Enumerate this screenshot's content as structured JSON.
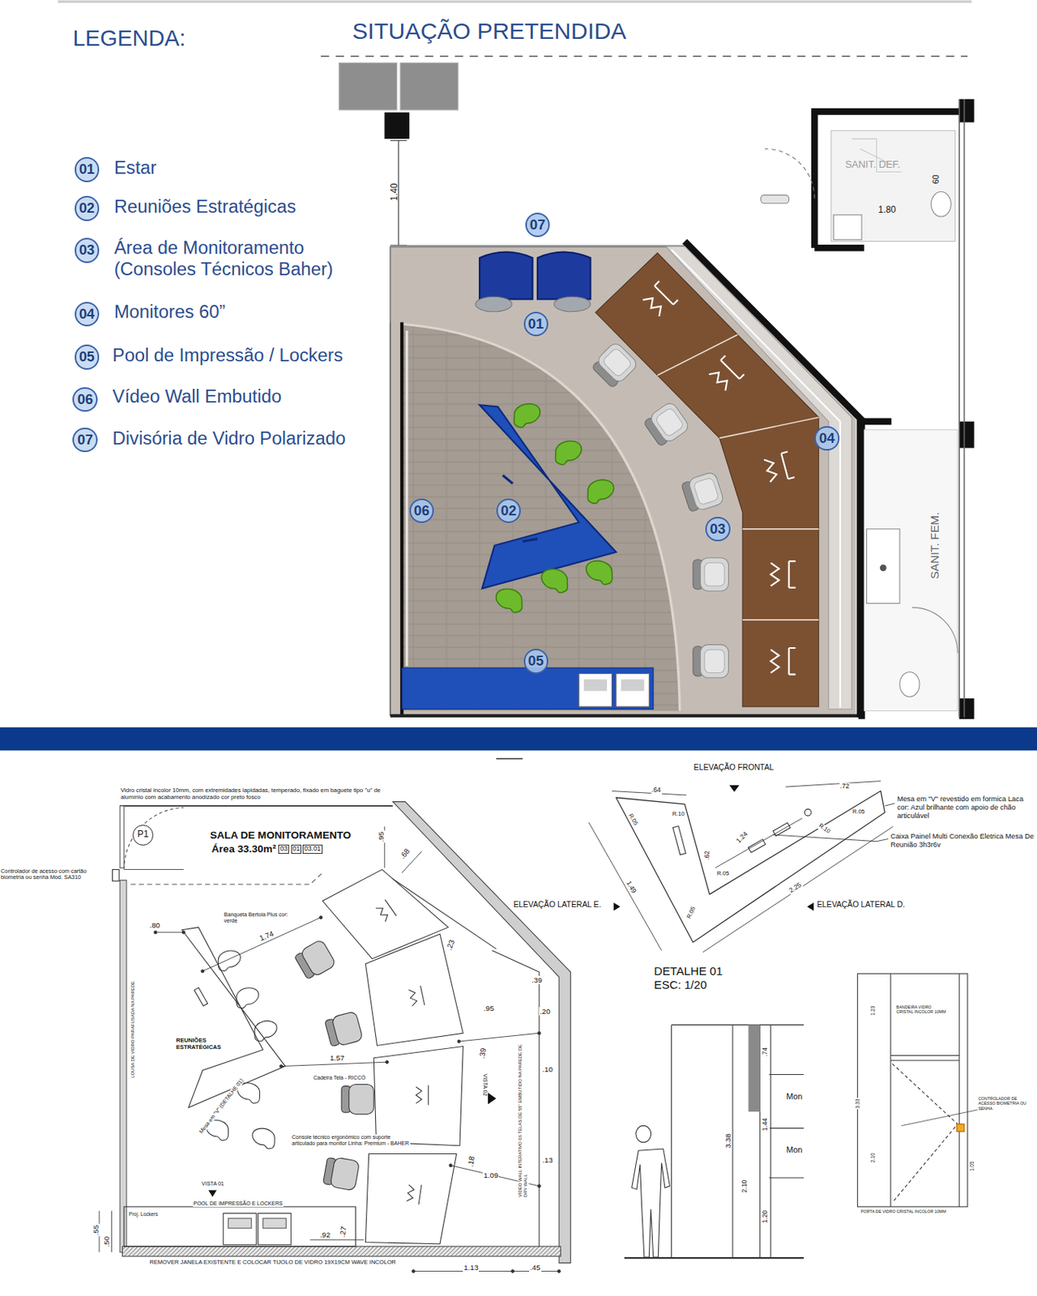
{
  "diagram": {
    "title": "SITUAÇÃO PRETENDIDA",
    "nodes": [
      {
        "text": [
          "01"
        ]
      },
      {
        "text": [
          "02"
        ]
      },
      {
        "text": [
          "03"
        ]
      },
      {
        "text": [
          "04"
        ]
      },
      {
        "text": [
          "05"
        ]
      },
      {
        "text": [
          "06"
        ]
      },
      {
        "text": [
          "07"
        ]
      },
      {
        "text": [
          "07"
        ]
      },
      {
        "text": [
          "01"
        ]
      },
      {
        "text": [
          "04"
        ]
      },
      {
        "text": [
          "06"
        ]
      },
      {
        "text": [
          "02"
        ]
      },
      {
        "text": [
          "03"
        ]
      },
      {
        "text": [
          "05"
        ]
      },
      {
        "text": [
          "P1"
        ]
      }
    ],
    "labels": [
      "LEGENDA:",
      "1.40",
      "SANIT. DEF.",
      "60",
      "1.80",
      "SANIT. FEM.",
      "Vidro cristal incolor 10mm, com extremidades lapidadas, temperado, fixado em baguete tipo \"u\" de alumínio com acabamento anodizado cor preto fosco",
      "SALA DE MONITORAMENTO",
      "Área 33.30m²",
      "03",
      "01",
      "03.01",
      ".95",
      ".68",
      "Controlador de acesso com cartão biometria ou senha Mod. SA310",
      ".80",
      "Banqueta Bertoia Plus cor: verde",
      "1.74",
      ".23",
      ".39",
      ".95",
      ".20",
      ".39",
      ".10",
      "1.57",
      "LOUSA DE VIDRO PARAFUSADA NA PAREDE",
      "REUNIÕES ESTRATÉGICAS",
      "Mesa em \"V\" (DETALHE 01)",
      "Cadeira Tela - RICCÓ",
      "Console técnico ergonômico com suporte articulado para monitor Linha: Premium - BAHER",
      "VISTA 02",
      "VIDEO WALL INTERATIVO 06 TELAS DE 55\" EMBUTIDO NA PAREDE DE DRY WALL",
      ".18",
      "1.09",
      ".13",
      "VISTA 01",
      "POOL DE IMPRESSÃO E LOCKERS",
      "Proj. Lockers",
      ".55",
      ".50",
      ".92",
      ".27",
      "REMOVER JANELA EXISTENTE E COLOCAR TIJOLO DE VIDRO 19X19CM WAVE INCOLOR",
      "1.13",
      ".45",
      "ELEVAÇÃO FRONTAL",
      ".64",
      ".72",
      "R.05",
      "R.10",
      "1.24",
      ".62",
      "R.10",
      "R.05",
      "1.49",
      "R.05",
      "2.25",
      "R.05",
      "ELEVAÇÃO LATERAL E.",
      "ELEVAÇÃO LATERAL D.",
      "Mesa em \"V\" revestido em formica Laca cor: Azul brilhante com apoio de chão articulável",
      "Caixa Painel Multi Conexão Eletrica Mesa De Reunião 3h3r6v",
      "DETALHE 01",
      "ESC: 1/20",
      "3.38",
      ".74",
      "1.44",
      "2.10",
      "1.20",
      "Mon",
      "Mon",
      "BANDEIRA VIDRO CRISTAL INCOLOR 10MM",
      "1.23",
      "3.33",
      "2.10",
      "1.05",
      "PORTA DE VIDRO CRISTAL INCOLOR 10MM",
      "CONTROLADOR DE ACESSO BIOMETRIA OU SENHA"
    ],
    "legend": [
      {
        "text": "Estar"
      },
      {
        "text": "Reuniões Estratégicas"
      },
      {
        "text": "Área de Monitoramento (Consoles Técnicos Baher)"
      },
      {
        "text": "Monitores 60”"
      },
      {
        "text": "Pool de Impressão / Lockers"
      },
      {
        "text": "Vídeo Wall Embutido"
      },
      {
        "text": "Divisória de Vidro Polarizado"
      }
    ]
  }
}
